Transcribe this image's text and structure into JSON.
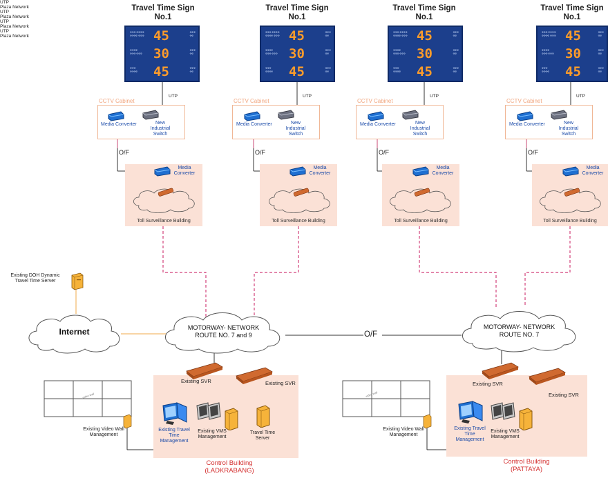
{
  "signs": [
    {
      "title_line1": "Travel Time Sign",
      "title_line2": "No.1",
      "rows": [
        "45",
        "30",
        "45"
      ]
    },
    {
      "title_line1": "Travel Time Sign",
      "title_line2": "No.1",
      "rows": [
        "45",
        "30",
        "45"
      ]
    },
    {
      "title_line1": "Travel Time Sign",
      "title_line2": "No.1",
      "rows": [
        "45",
        "30",
        "45"
      ]
    },
    {
      "title_line1": "Travel Time Sign",
      "title_line2": "No.1",
      "rows": [
        "45",
        "30",
        "45"
      ]
    }
  ],
  "cabinet": {
    "label": "CCTV Cabinet",
    "media_converter": "Media Converter",
    "switch": "New Industrial Switch",
    "utp": "UTP",
    "of": "O/F"
  },
  "building": {
    "media_converter": "Media Converter",
    "utp": "UTP",
    "plaza_network": "Plaza Network",
    "label": "Toll Surveillance Building"
  },
  "clouds": {
    "internet": "Internet",
    "motorway_left_line1": "MOTORWAY- NETWORK",
    "motorway_left_line2": "ROUTE NO. 7 and 9",
    "motorway_right_line1": "MOTORWAY- NETWORK",
    "motorway_right_line2": "ROUTE NO. 7"
  },
  "link_label": "O/F",
  "doh_server": "Existing DOH Dynamic Travel Time Server",
  "control_left": {
    "svr1": "Existing SVR",
    "svr2": "Existing SVR",
    "video_wall": "Existing Video Wall Management",
    "travel_time_mgmt": "Existing Travel Time Management",
    "vms_mgmt": "Existing VMS Management",
    "travel_time_server": "Travel Time Server",
    "title_line1": "Control Building",
    "title_line2": "(LADKRABANG)"
  },
  "control_right": {
    "svr1": "Existing SVR",
    "svr2": "Existing SVR",
    "video_wall": "Existing Video Wall Management",
    "travel_time_mgmt": "Existing Travel Time Management",
    "vms_mgmt": "Existing VMS Management",
    "title_line1": "Control Building",
    "title_line2": "(PATTAYA)"
  }
}
